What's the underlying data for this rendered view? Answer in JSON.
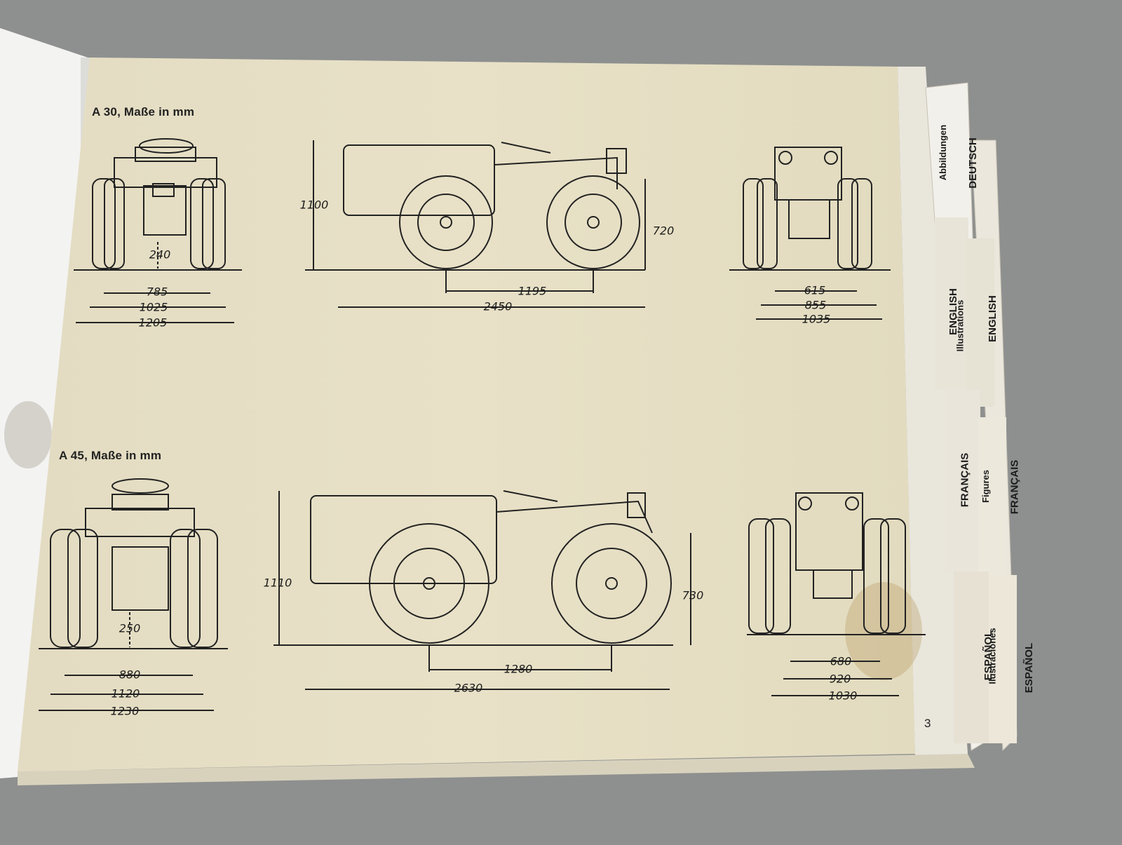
{
  "manual": {
    "page_number": "3",
    "sections": [
      {
        "title": "A 30, Maße in mm",
        "rear_view": {
          "ground_clearance": "240",
          "widths": [
            "785",
            "1025",
            "1205"
          ]
        },
        "side_view": {
          "height": "1100",
          "axle_height": "720",
          "wheelbase": "1195",
          "length": "2450"
        },
        "front_view": {
          "widths": [
            "615",
            "855",
            "1035"
          ]
        }
      },
      {
        "title": "A 45, Maße in mm",
        "rear_view": {
          "ground_clearance": "250",
          "widths": [
            "880",
            "1120",
            "1230"
          ]
        },
        "side_view": {
          "height": "1110",
          "axle_height": "730",
          "wheelbase": "1280",
          "length": "2630"
        },
        "front_view": {
          "widths": [
            "680",
            "920",
            "1030"
          ]
        }
      }
    ]
  },
  "tabs": {
    "deutsch": {
      "sub": "Abbildungen",
      "lang": "DEUTSCH"
    },
    "english": {
      "lang_a": "ENGLISH",
      "sub": "Illustrations",
      "lang_b": "ENGLISH"
    },
    "francais": {
      "lang_a": "FRANÇAIS",
      "sub": "Figures",
      "lang_b": "FRANÇAIS"
    },
    "espanol": {
      "lang_a": "ESPAÑOL",
      "sub": "Ilustraciones",
      "lang_b": "ESPAÑOL"
    }
  }
}
